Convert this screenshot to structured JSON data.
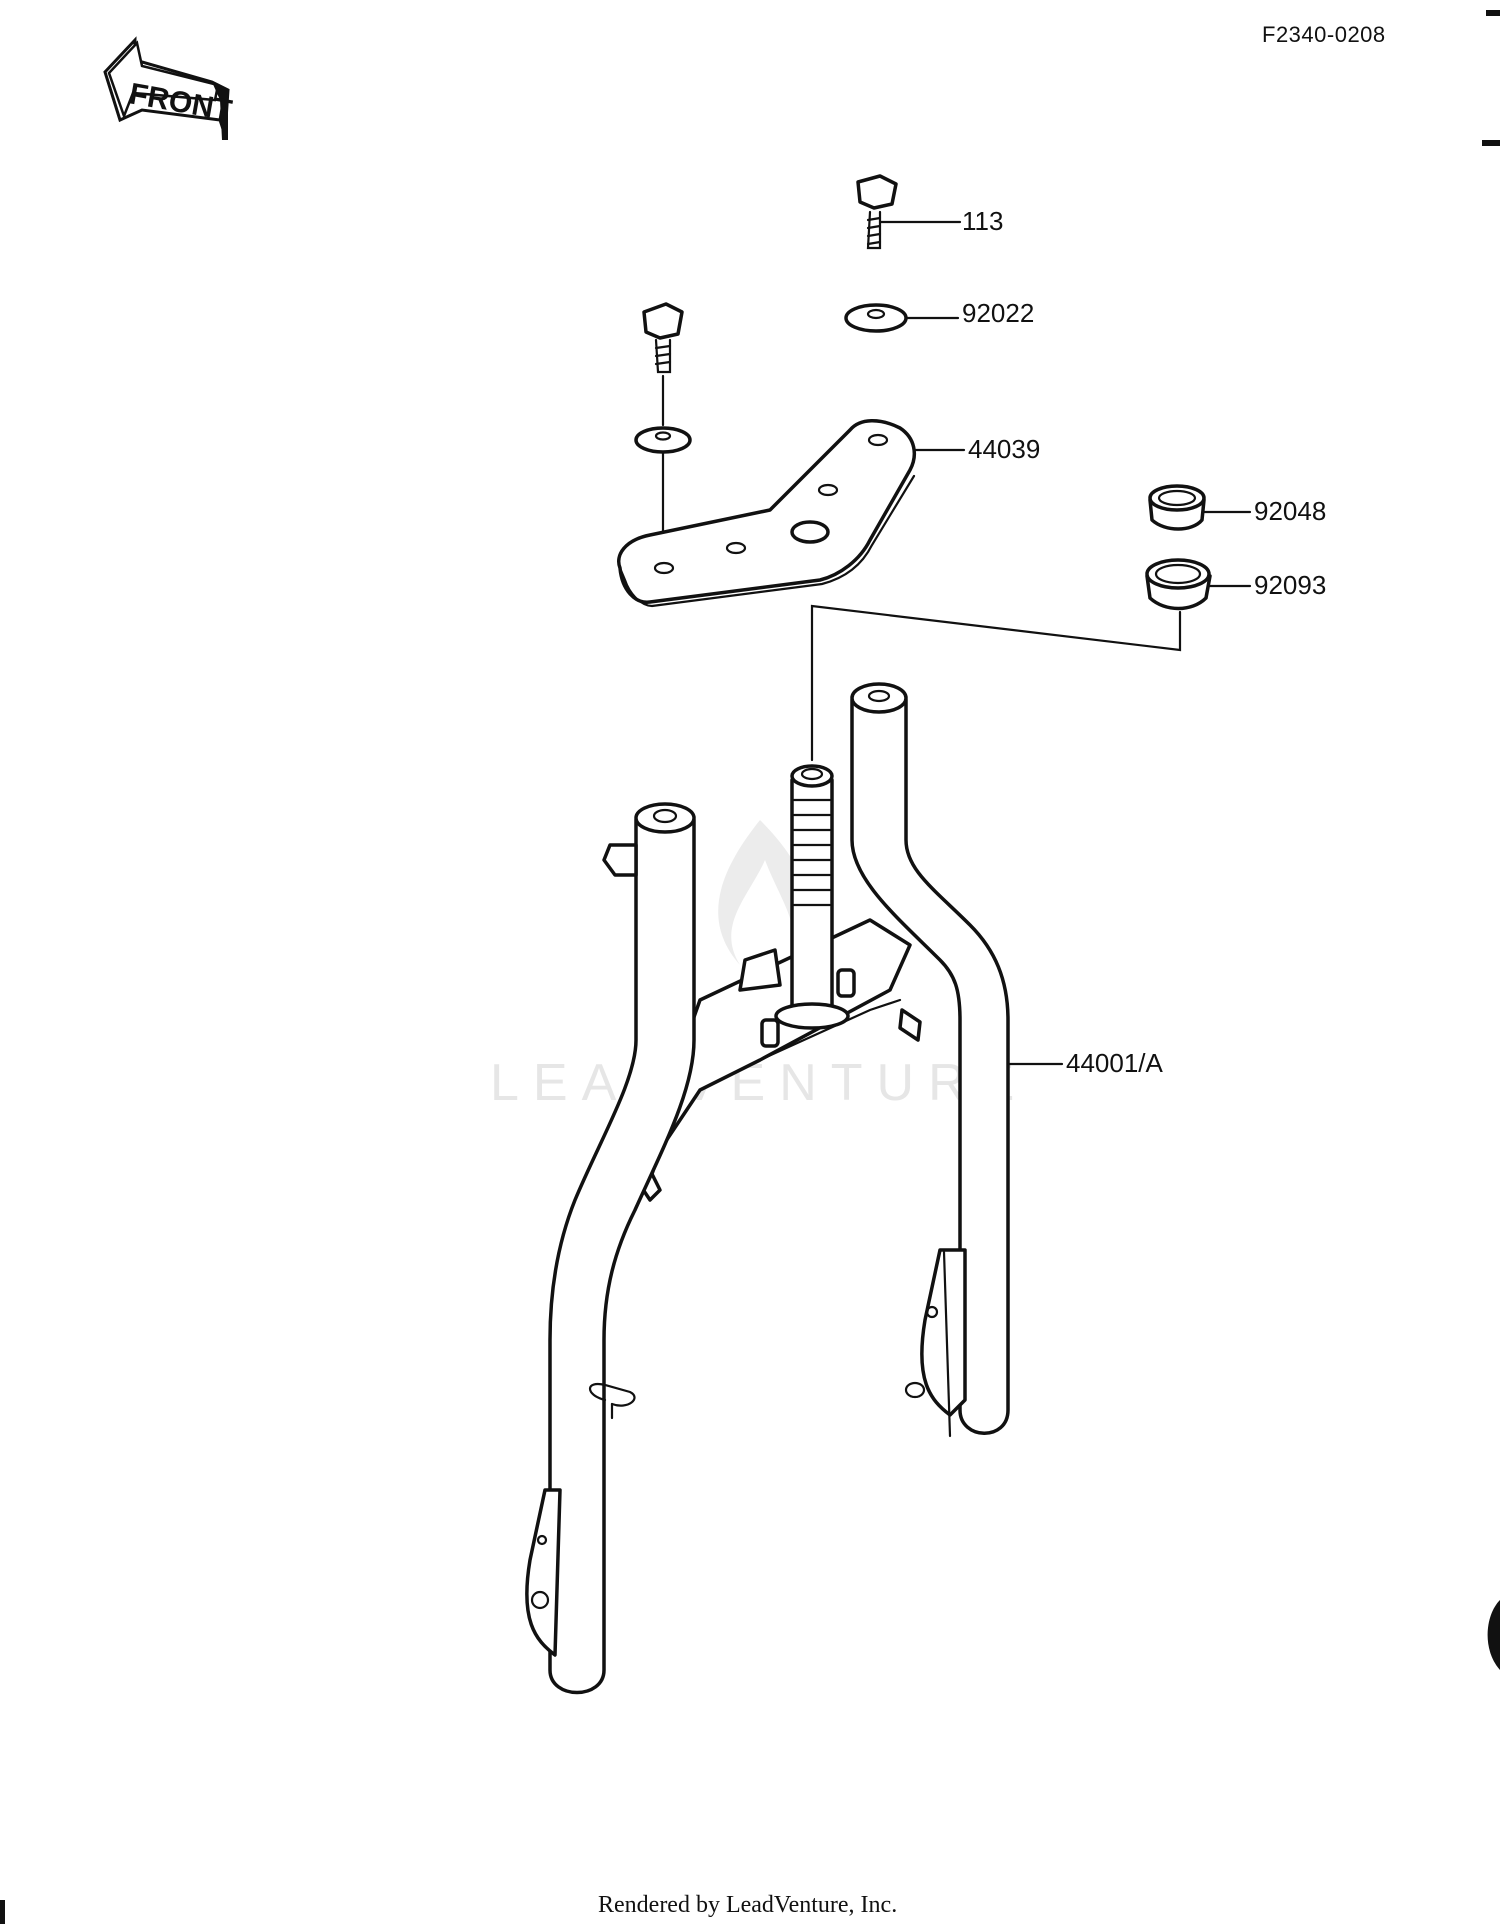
{
  "diagram": {
    "drawing_code": "F2340-0208",
    "front_label": "FRONT",
    "watermark": "LEADVENTURE",
    "footer": "Rendered by LeadVenture, Inc.",
    "callouts": [
      {
        "part": "113"
      },
      {
        "part": "92022"
      },
      {
        "part": "44039"
      },
      {
        "part": "92048"
      },
      {
        "part": "92093"
      },
      {
        "part": "44001/A"
      }
    ]
  }
}
